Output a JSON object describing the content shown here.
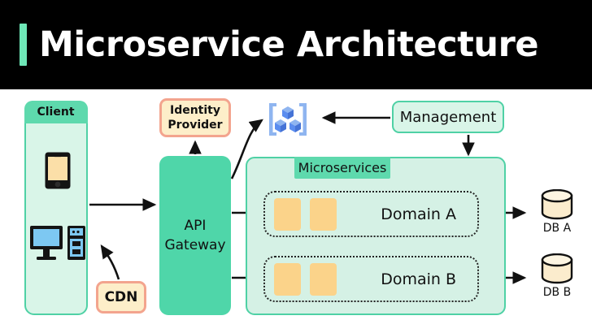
{
  "header": {
    "title": "Microservice Architecture",
    "accent_color": "#6ee7b7",
    "background_color": "#000000",
    "text_color": "#ffffff"
  },
  "diagram": {
    "client": {
      "label": "Client",
      "fill": "#d9f5e8",
      "header_fill": "#5ed9ad",
      "border": "#4fd1a5",
      "devices": [
        "phone-icon",
        "desktop-computer-icon"
      ]
    },
    "identity_provider": {
      "line1": "Identity",
      "line2": "Provider",
      "fill": "#fdeec9",
      "border": "#f3a48e"
    },
    "cdn": {
      "label": "CDN",
      "fill": "#fdeec9",
      "border": "#f3a48e"
    },
    "api_gateway": {
      "line1": "API",
      "line2": "Gateway",
      "fill": "#4fd6a9"
    },
    "containers_icon": {
      "name": "containers-icon",
      "color": "#5b8def",
      "accent": "#a8c4f5"
    },
    "management": {
      "label": "Management",
      "fill": "#d9f5e8",
      "border": "#4fd1a5"
    },
    "microservices": {
      "label": "Microservices",
      "fill": "#d5f1e5",
      "header_fill": "#5ed9ad",
      "border": "#4fd1a5",
      "domains": [
        {
          "label": "Domain A",
          "services": 2,
          "chip_color": "#fbd38a"
        },
        {
          "label": "Domain B",
          "services": 2,
          "chip_color": "#fbd38a"
        }
      ]
    },
    "databases": [
      {
        "label": "DB A",
        "fill": "#fbeccd"
      },
      {
        "label": "DB B",
        "fill": "#fbeccd"
      }
    ],
    "connections": [
      {
        "from": "client",
        "to": "api-gateway",
        "style": "straight-arrow"
      },
      {
        "from": "cdn",
        "to": "client",
        "style": "curved-arrow"
      },
      {
        "from": "api-gateway",
        "to": "identity-provider",
        "style": "straight-arrow"
      },
      {
        "from": "api-gateway",
        "to": "containers-icon",
        "style": "curved-arrow"
      },
      {
        "from": "api-gateway",
        "to": "domain-a",
        "style": "straight-arrow"
      },
      {
        "from": "api-gateway",
        "to": "domain-b",
        "style": "straight-arrow"
      },
      {
        "from": "management",
        "to": "containers-icon",
        "style": "straight-arrow"
      },
      {
        "from": "management",
        "to": "microservices",
        "style": "straight-arrow"
      },
      {
        "from": "domain-a",
        "to": "db-a",
        "style": "straight-arrow"
      },
      {
        "from": "domain-b",
        "to": "db-b",
        "style": "straight-arrow"
      }
    ]
  }
}
